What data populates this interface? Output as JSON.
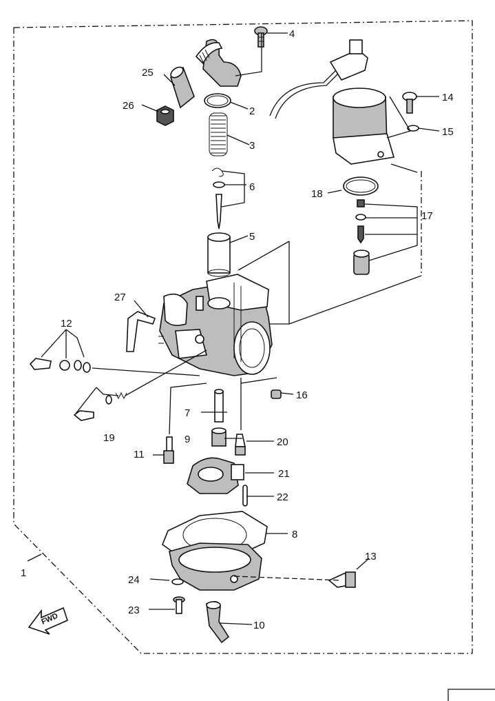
{
  "callouts": {
    "n1": "1",
    "n2": "2",
    "n3": "3",
    "n4": "4",
    "n5": "5",
    "n6": "6",
    "n7": "7",
    "n8": "8",
    "n9": "9",
    "n10": "10",
    "n11": "11",
    "n12": "12",
    "n13": "13",
    "n14": "14",
    "n15": "15",
    "n16": "16",
    "n17": "17",
    "n18": "18",
    "n19": "19",
    "n20": "20",
    "n21": "21",
    "n22": "22",
    "n23": "23",
    "n24": "24",
    "n25": "25",
    "n26": "26",
    "n27": "27"
  },
  "fwd_arrow": {
    "label": "FWD",
    "icon": "fwd-arrow-icon"
  }
}
